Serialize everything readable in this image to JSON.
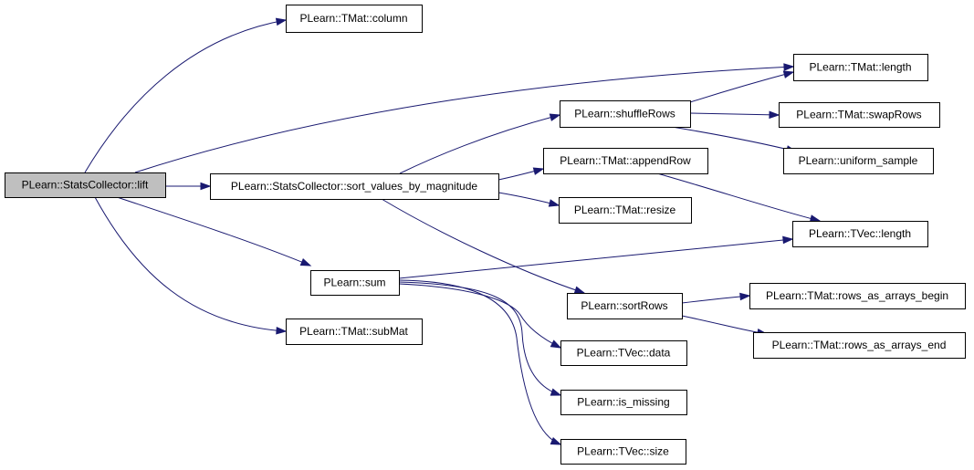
{
  "graph": {
    "edge_color": "#191970",
    "root_fill": "#bfbfbf",
    "nodes": [
      {
        "id": "lift",
        "label": "PLearn::StatsCollector::lift",
        "root": true
      },
      {
        "id": "column",
        "label": "PLearn::TMat::column"
      },
      {
        "id": "sortvals",
        "label": "PLearn::StatsCollector::sort_values_by_magnitude"
      },
      {
        "id": "sum",
        "label": "PLearn::sum"
      },
      {
        "id": "submat",
        "label": "PLearn::TMat::subMat"
      },
      {
        "id": "tmatlength",
        "label": "PLearn::TMat::length"
      },
      {
        "id": "shufflerows",
        "label": "PLearn::shuffleRows"
      },
      {
        "id": "appendrow",
        "label": "PLearn::TMat::appendRow"
      },
      {
        "id": "resize",
        "label": "PLearn::TMat::resize"
      },
      {
        "id": "sortrows",
        "label": "PLearn::sortRows"
      },
      {
        "id": "tvecdata",
        "label": "PLearn::TVec::data"
      },
      {
        "id": "ismissing",
        "label": "PLearn::is_missing"
      },
      {
        "id": "tvecsize",
        "label": "PLearn::TVec::size"
      },
      {
        "id": "swaprows",
        "label": "PLearn::TMat::swapRows"
      },
      {
        "id": "uniform",
        "label": "PLearn::uniform_sample"
      },
      {
        "id": "tveclength",
        "label": "PLearn::TVec::length"
      },
      {
        "id": "rabegin",
        "label": "PLearn::TMat::rows_as_arrays_begin"
      },
      {
        "id": "raend",
        "label": "PLearn::TMat::rows_as_arrays_end"
      }
    ],
    "edges": [
      {
        "from": "lift",
        "to": "column"
      },
      {
        "from": "lift",
        "to": "tmatlength"
      },
      {
        "from": "lift",
        "to": "sortvals"
      },
      {
        "from": "lift",
        "to": "sum"
      },
      {
        "from": "lift",
        "to": "submat"
      },
      {
        "from": "sortvals",
        "to": "shufflerows"
      },
      {
        "from": "sortvals",
        "to": "appendrow"
      },
      {
        "from": "sortvals",
        "to": "resize"
      },
      {
        "from": "sortvals",
        "to": "sortrows"
      },
      {
        "from": "shufflerows",
        "to": "tmatlength"
      },
      {
        "from": "shufflerows",
        "to": "swaprows"
      },
      {
        "from": "shufflerows",
        "to": "uniform"
      },
      {
        "from": "appendrow",
        "to": "tveclength"
      },
      {
        "from": "sum",
        "to": "tveclength"
      },
      {
        "from": "sum",
        "to": "tvecdata"
      },
      {
        "from": "sum",
        "to": "ismissing"
      },
      {
        "from": "sum",
        "to": "tvecsize"
      },
      {
        "from": "sortrows",
        "to": "rabegin"
      },
      {
        "from": "sortrows",
        "to": "raend"
      }
    ]
  }
}
